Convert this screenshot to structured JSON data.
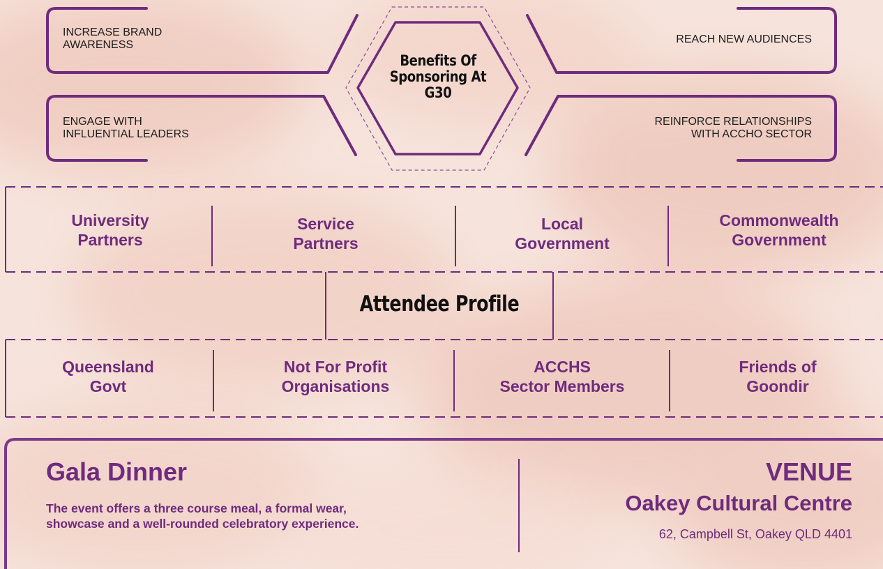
{
  "benefits": {
    "title_line1": "Benefits Of",
    "title_line2": "Sponsoring At",
    "title_line3": "G30",
    "items": [
      {
        "line1": "INCREASE BRAND",
        "line2": "AWARENESS"
      },
      {
        "line1": "REACH NEW AUDIENCES",
        "line2": ""
      },
      {
        "line1": "ENGAGE WITH",
        "line2": "INFLUENTIAL LEADERS"
      },
      {
        "line1": "REINFORCE RELATIONSHIPS",
        "line2": "WITH ACCHO SECTOR"
      }
    ]
  },
  "attendee_profile": {
    "title": "Attendee Profile",
    "top_row": [
      {
        "line1": "University",
        "line2": "Partners"
      },
      {
        "line1": "Service",
        "line2": "Partners"
      },
      {
        "line1": "Local",
        "line2": "Government"
      },
      {
        "line1": "Commonwealth",
        "line2": "Government"
      }
    ],
    "bottom_row": [
      {
        "line1": "Queensland",
        "line2": "Govt"
      },
      {
        "line1": "Not For Profit",
        "line2": "Organisations"
      },
      {
        "line1": "ACCHS",
        "line2": "Sector Members"
      },
      {
        "line1": "Friends of",
        "line2": "Goondir"
      }
    ]
  },
  "gala": {
    "title": "Gala Dinner",
    "description_line1": "The event offers a three course meal, a formal wear,",
    "description_line2": "showcase and a well-rounded celebratory experience."
  },
  "venue": {
    "label": "VENUE",
    "name": "Oakey Cultural Centre",
    "address": "62, Campbell St, Oakey QLD 4401"
  },
  "colors": {
    "accent": "#6f2b7d",
    "background": "#f6e4dc",
    "text_dark": "#111111"
  }
}
